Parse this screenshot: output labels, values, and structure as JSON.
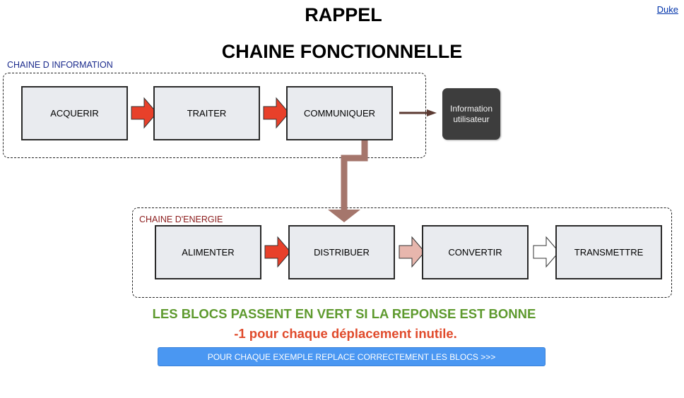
{
  "header": {
    "title": "RAPPEL",
    "subtitle": "CHAINE FONCTIONNELLE",
    "link": "Duke"
  },
  "info_chain": {
    "label": "CHAINE D INFORMATION",
    "label_color": "#1a2a8c",
    "blocks": [
      "ACQUERIR",
      "TRAITER",
      "COMMUNIQUER"
    ],
    "output": "Information utilisateur"
  },
  "energy_chain": {
    "label": "CHAINE D'ENERGIE",
    "label_color": "#8b1c1c",
    "blocks": [
      "ALIMENTER",
      "DISTRIBUER",
      "CONVERTIR",
      "TRANSMETTRE"
    ]
  },
  "colors": {
    "arrow_red": "#e8402a",
    "arrow_pink": "#e7b6ad",
    "arrow_white": "#ffffff",
    "connector_brown": "#a5766c",
    "output_arrow": "#5b3a32"
  },
  "messages": {
    "success": "LES BLOCS PASSENT EN VERT  SI LA REPONSE EST BONNE",
    "penalty": "-1 pour chaque déplacement inutile."
  },
  "action_button": "POUR CHAQUE EXEMPLE REPLACE CORRECTEMENT  LES BLOCS >>>"
}
